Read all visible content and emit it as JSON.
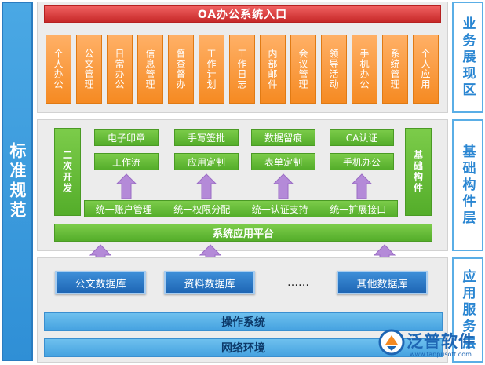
{
  "left_label": "标准规范",
  "right_labels": [
    "业务展现区",
    "基础构件层",
    "应用服务层"
  ],
  "title": "OA办公系统入口",
  "modules": [
    "个人办公",
    "公文管理",
    "日常办公",
    "信息管理",
    "督查督办",
    "工作计划",
    "工作日志",
    "内部邮件",
    "会议管理",
    "领导活动",
    "手机办公",
    "系统管理",
    "个人应用"
  ],
  "second_dev": "二次开发",
  "basic_components": "基础构件",
  "top_boxes": [
    "电子印章",
    "手写签批",
    "数据留痕",
    "CA认证"
  ],
  "mid_boxes": [
    "工作流",
    "应用定制",
    "表单定制",
    "手机办公"
  ],
  "unified_bar": [
    "统一账户管理",
    "统一权限分配",
    "统一认证支持",
    "统一扩展接口"
  ],
  "platform": "系统应用平台",
  "databases": [
    "公文数据库",
    "资料数据库",
    "……",
    "其他数据库"
  ],
  "os": "操作系统",
  "network": "网络环境",
  "logo": {
    "name": "泛普软件",
    "url": "www.fanpusoft.com"
  },
  "colors": {
    "orange": "#f58a22",
    "green": "#54ad2a",
    "blue": "#2f8fd6",
    "red": "#c62828"
  }
}
